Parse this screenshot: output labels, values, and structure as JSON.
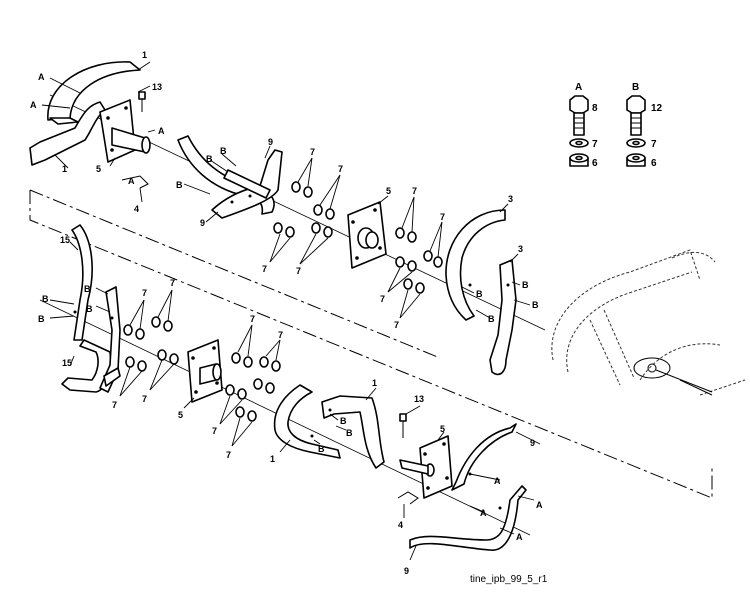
{
  "diagram": {
    "caption": "tine_ipb_99_5_r1",
    "legend": {
      "a": {
        "header": "A",
        "bolt_no": "8",
        "washer_no": "7",
        "nut_no": "6"
      },
      "b": {
        "header": "B",
        "bolt_no": "12",
        "washer_no": "7",
        "nut_no": "6"
      }
    },
    "callouts": {
      "tine_right_upper": "1",
      "tine_left_upper": "1",
      "tine_right_lower": "1",
      "tine_left_lower": "1",
      "tine_c_top_a": "9",
      "tine_c_top_b": "9",
      "tine_c_bot_a": "9",
      "tine_c_bot_b": "9",
      "tine_3_a": "3",
      "tine_3_b": "3",
      "tine_15_a": "15",
      "tine_15_b": "15",
      "hub_5_a": "5",
      "hub_5_b": "5",
      "hub_5_c": "5",
      "hub_5_d": "5",
      "clip_4_a": "4",
      "clip_4_b": "4",
      "pin_13_a": "13",
      "pin_13_b": "13",
      "washer_7": "7",
      "bolt_a": "A",
      "bolt_b": "B"
    }
  }
}
